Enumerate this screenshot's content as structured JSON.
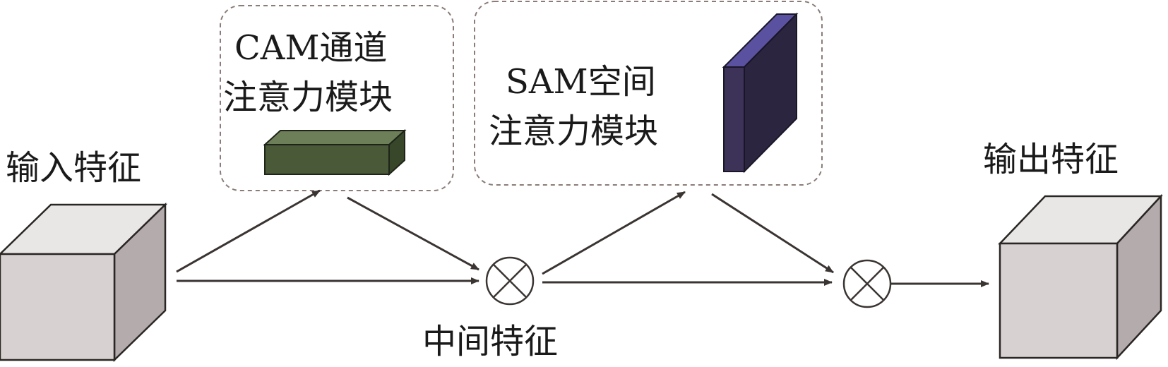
{
  "labels": {
    "input_feature": "输入特征",
    "output_feature": "输出特征",
    "intermediate_feature": "中间特征",
    "cam_line1": "CAM通道",
    "cam_line2": "注意力模块",
    "sam_line1": "SAM空间",
    "sam_line2": "注意力模块"
  },
  "colors": {
    "cube_front": "#d7d1d2",
    "cube_top": "#e9e6e6",
    "cube_side": "#b4abad",
    "cam_block": "#4a5a38",
    "sam_block": "#2c2540",
    "sam_edge": "#4a4280",
    "arrow": "#3a3432",
    "dashed_box": "#8a7c78"
  },
  "icons": {
    "multiply": "circled-times-icon"
  }
}
